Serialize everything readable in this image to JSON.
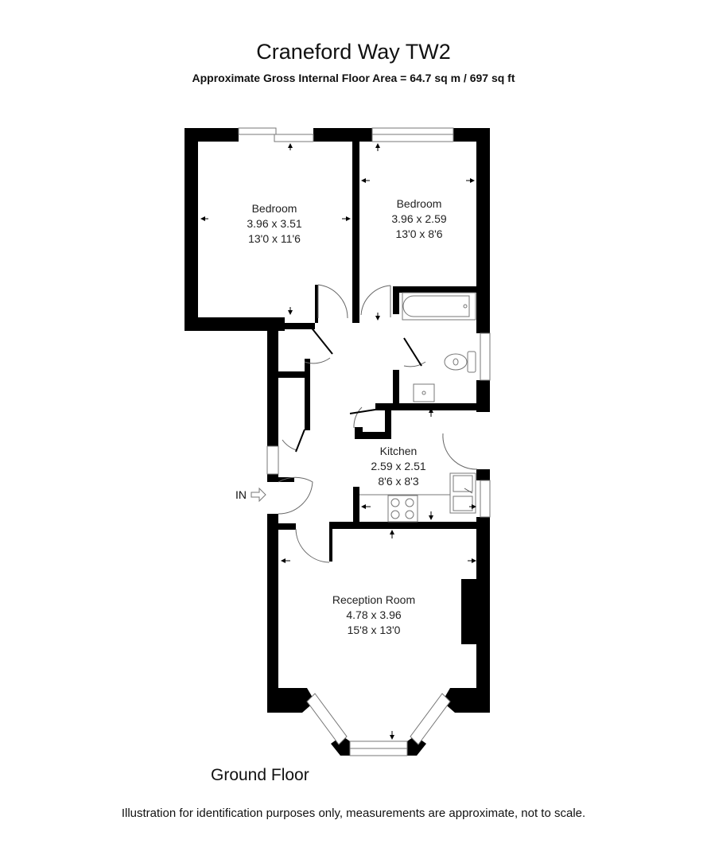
{
  "header": {
    "title": "Craneford Way TW2",
    "subtitle": "Approximate Gross Internal Floor Area  = 64.7 sq m / 697 sq ft"
  },
  "rooms": [
    {
      "name": "Bedroom",
      "metric": "3.96 x 3.51",
      "imperial": "13'0 x 11'6"
    },
    {
      "name": "Bedroom",
      "metric": "3.96 x 2.59",
      "imperial": "13'0 x 8'6"
    },
    {
      "name": "Kitchen",
      "metric": "2.59 x 2.51",
      "imperial": "8'6 x 8'3"
    },
    {
      "name": "Reception Room",
      "metric": "4.78 x 3.96",
      "imperial": "15'8 x 13'0"
    }
  ],
  "entrance": {
    "label": "IN",
    "icon": "arrow-right-icon"
  },
  "floor": {
    "label": "Ground Floor"
  },
  "footer": {
    "disclaimer": "Illustration for identification purposes only, measurements are approximate, not to scale."
  },
  "colors": {
    "wall": "#000000",
    "window": "#ffffff",
    "line": "#666666"
  }
}
